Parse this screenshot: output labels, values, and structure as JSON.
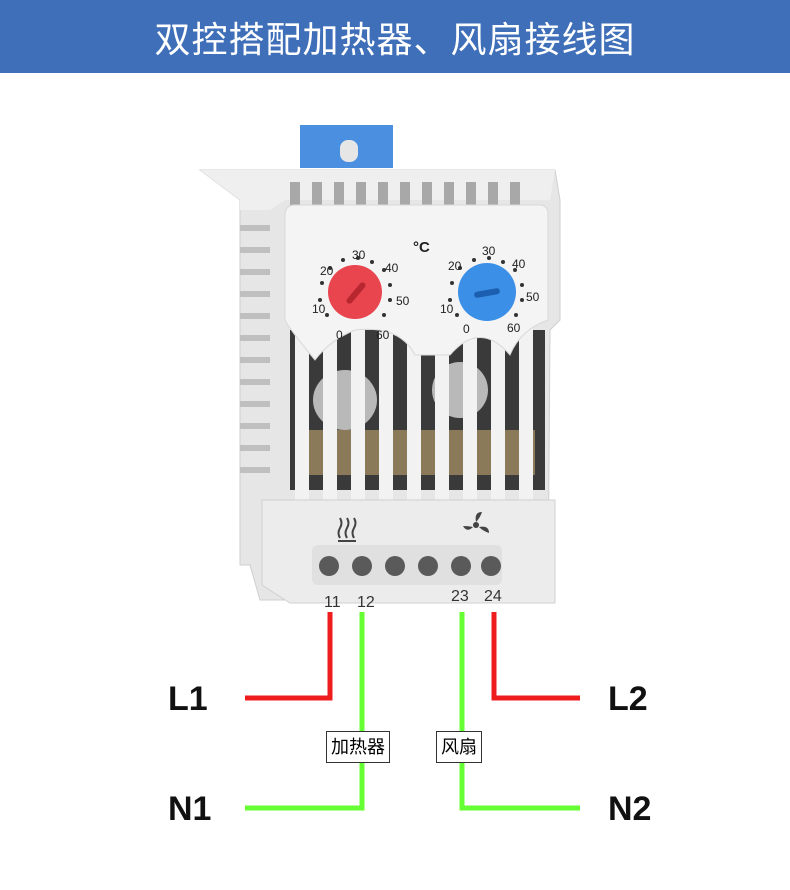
{
  "banner": {
    "title": "双控搭配加热器、风扇接线图"
  },
  "device": {
    "dial_heat": {
      "color": "#e9454f",
      "scale": [
        "0",
        "10",
        "20",
        "30",
        "40",
        "50",
        "60"
      ]
    },
    "dial_fan": {
      "color": "#3b8fe6",
      "scale": [
        "0",
        "10",
        "20",
        "30",
        "40",
        "50",
        "60"
      ]
    },
    "unit": "°C",
    "terminals": [
      "11",
      "12",
      "23",
      "24"
    ]
  },
  "wiring": {
    "L1": "L1",
    "N1": "N1",
    "L2": "L2",
    "N2": "N2",
    "heater_label": "加热器",
    "fan_label": "风扇",
    "line_color": "#ee1c1c",
    "neutral_color": "#66ff33"
  }
}
